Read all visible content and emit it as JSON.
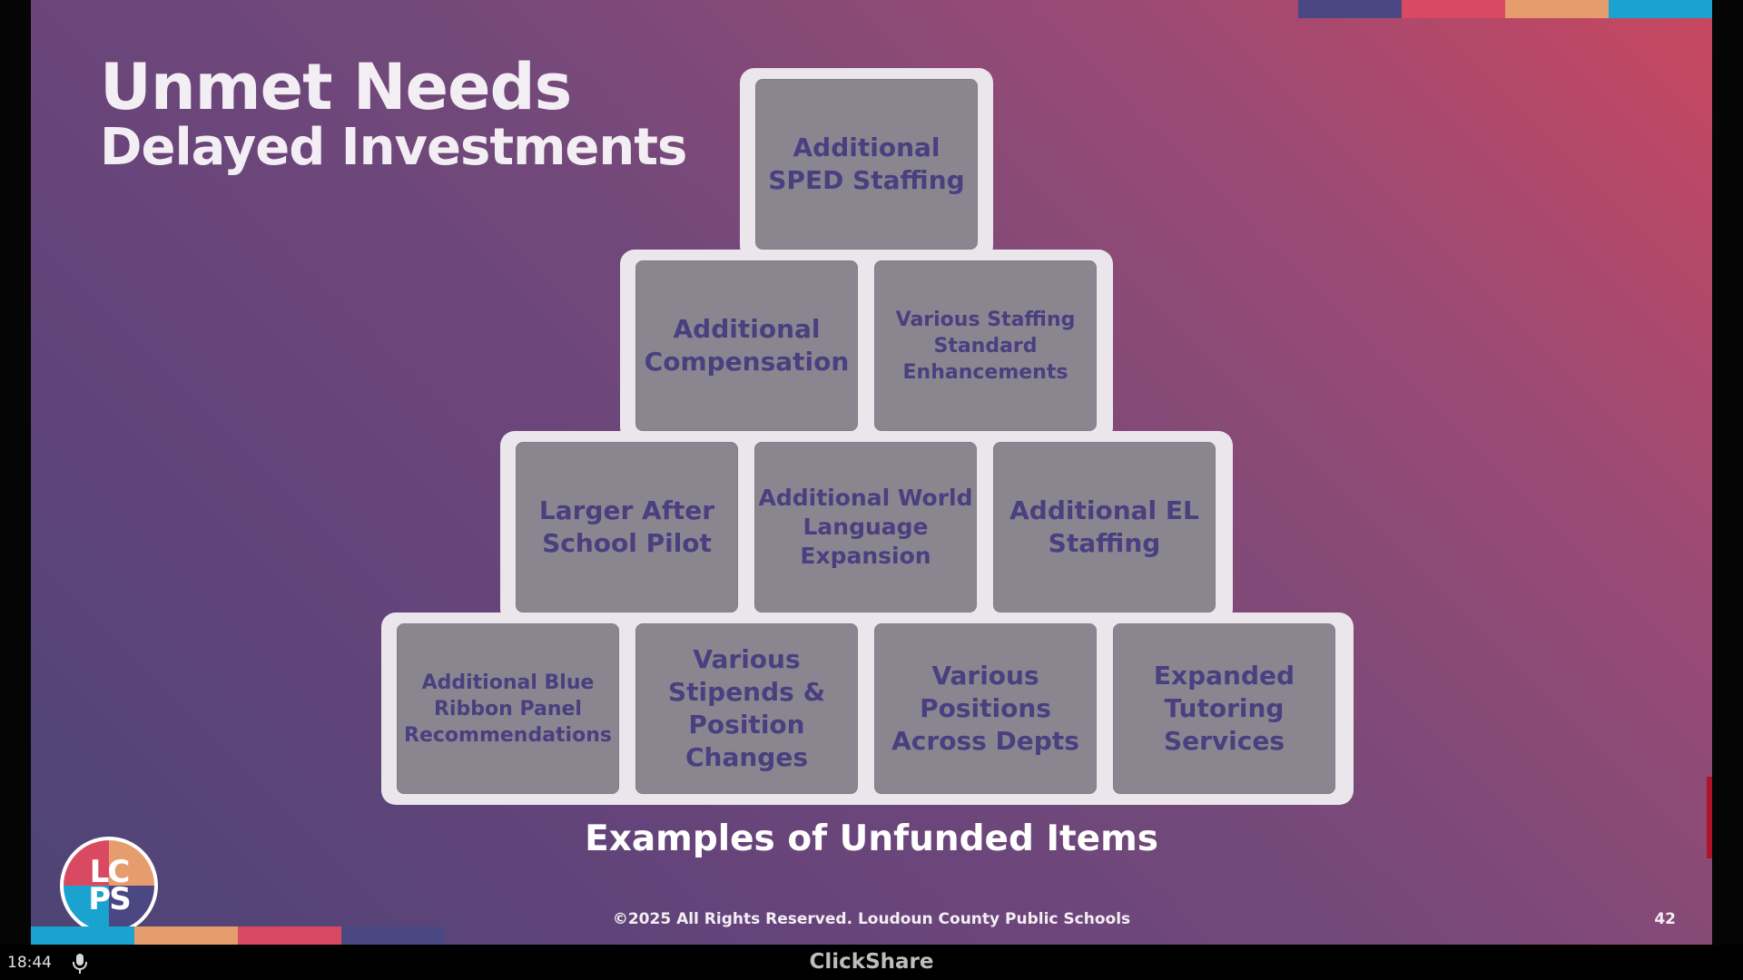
{
  "slide": {
    "title": "Unmet Needs",
    "subtitle": "Delayed Investments",
    "caption": "Examples of Unfunded Items",
    "copyright": "©2025 All Rights Reserved. Loudoun County Public Schools",
    "page_number": "42",
    "logo_letters": [
      "LC",
      "PS"
    ],
    "accent_colors": [
      "#4a4782",
      "#d94a62",
      "#e59d6d",
      "#1aa3cf"
    ],
    "pyramid": {
      "row1": [
        "Additional SPED Staffing"
      ],
      "row2": [
        "Additional Compensation",
        "Various Staffing Standard Enhancements"
      ],
      "row3": [
        "Larger After School Pilot",
        "Additional World Language Expansion",
        "Additional EL Staffing"
      ],
      "row4": [
        "Additional Blue Ribbon Panel Recommendations",
        "Various Stipends & Position Changes",
        "Various Positions Across Depts",
        "Expanded Tutoring Services"
      ]
    }
  },
  "taskbar": {
    "time": "18:44",
    "mic_icon": "microphone-icon",
    "brand": "ClickShare"
  }
}
